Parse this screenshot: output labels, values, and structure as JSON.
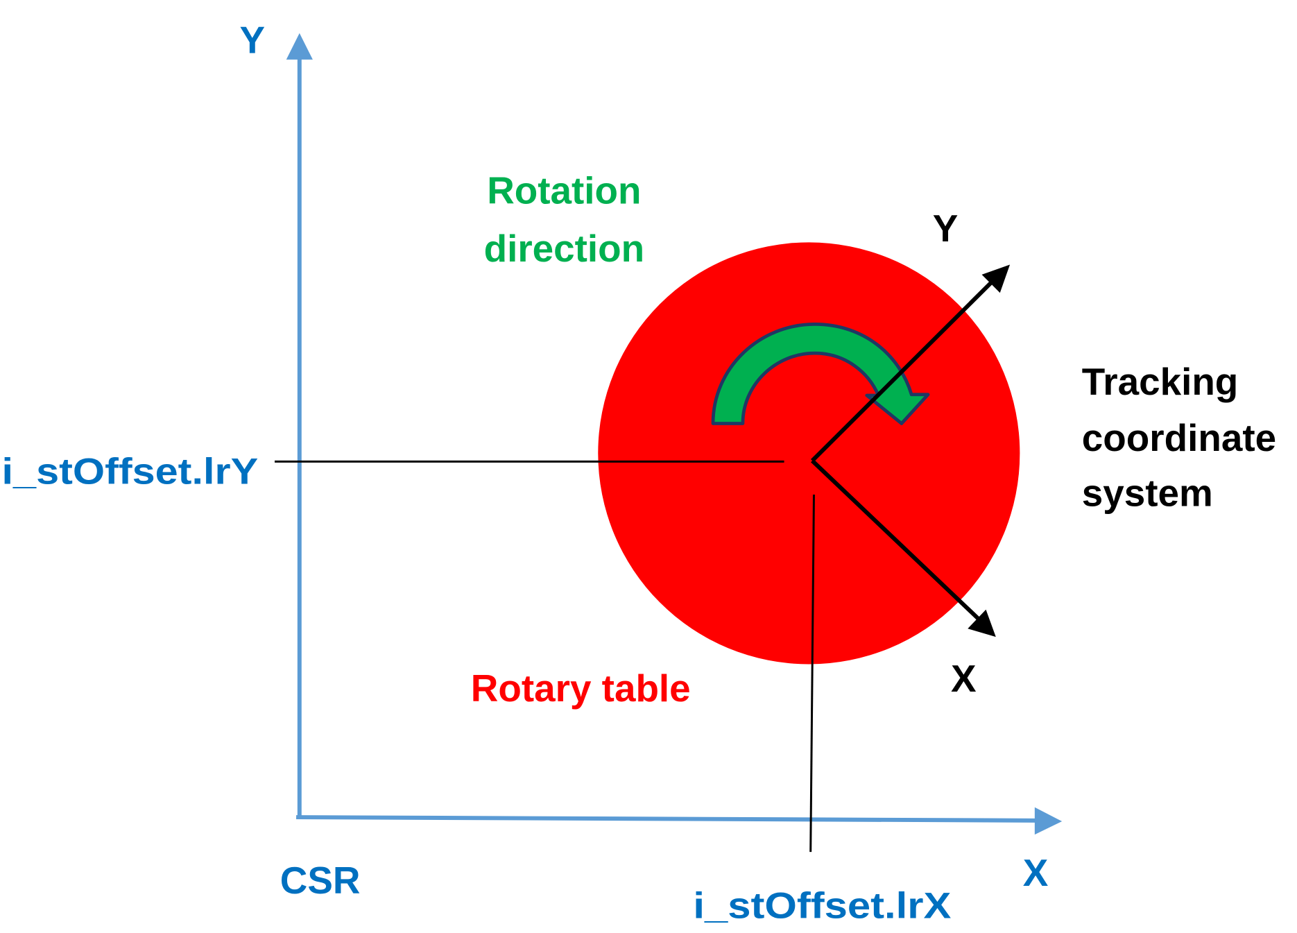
{
  "csr": {
    "y_label": "Y",
    "x_label": "X",
    "origin_label": "CSR"
  },
  "offsets": {
    "y_label": "i_stOffset.lrY",
    "x_label": "i_stOffset.lrX"
  },
  "rotation": {
    "line1": "Rotation",
    "line2": "direction"
  },
  "rotary_table": {
    "label": "Rotary table"
  },
  "tracking": {
    "y_label": "Y",
    "x_label": "X",
    "line1": "Tracking",
    "line2": "coordinate",
    "line3": "system"
  },
  "colors": {
    "csr_axis": "#5b9bd5",
    "blue_text": "#0070c0",
    "rotary_table": "#ff0000",
    "rotation_arrow": "#00b050",
    "rotation_arrow_outline": "#1f3864"
  }
}
